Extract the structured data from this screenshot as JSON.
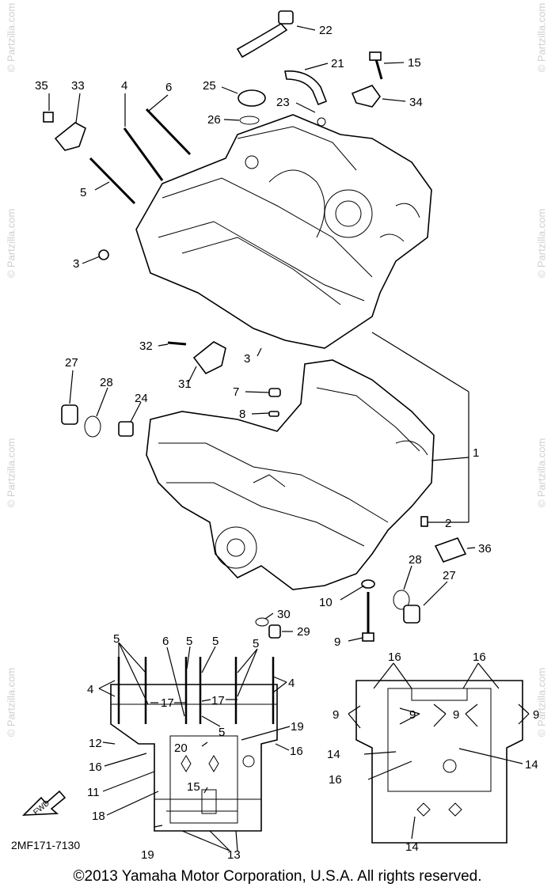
{
  "diagram_code": "2MF171-7130",
  "copyright": "©2013 Yamaha Motor Corporation, U.S.A. All rights reserved.",
  "watermark": "© Partzilla.com",
  "fwd_label": "FWD",
  "callouts": {
    "c1": "1",
    "c2": "2",
    "c3a": "3",
    "c3b": "3",
    "c4a": "4",
    "c4b": "4",
    "c4c": "4",
    "c5a": "5",
    "c5b": "5",
    "c5c": "5",
    "c5d": "5",
    "c5e": "5",
    "c5f": "5",
    "c6a": "6",
    "c6b": "6",
    "c7": "7",
    "c8": "8",
    "c9a": "9",
    "c9b": "9",
    "c9c": "9",
    "c9d": "9",
    "c9e": "9",
    "c10": "10",
    "c11": "11",
    "c12": "12",
    "c13": "13",
    "c14a": "14",
    "c14b": "14",
    "c14c": "14",
    "c15a": "15",
    "c15b": "15",
    "c16a": "16",
    "c16b": "16",
    "c16c": "16",
    "c16d": "16",
    "c16e": "16",
    "c17a": "17",
    "c17b": "17",
    "c18": "18",
    "c19a": "19",
    "c19b": "19",
    "c20": "20",
    "c21": "21",
    "c22": "22",
    "c23": "23",
    "c24": "24",
    "c25": "25",
    "c26": "26",
    "c27a": "27",
    "c27b": "27",
    "c28a": "28",
    "c28b": "28",
    "c29": "29",
    "c30": "30",
    "c31": "31",
    "c32": "32",
    "c33": "33",
    "c34": "34",
    "c35": "35",
    "c36": "36"
  }
}
